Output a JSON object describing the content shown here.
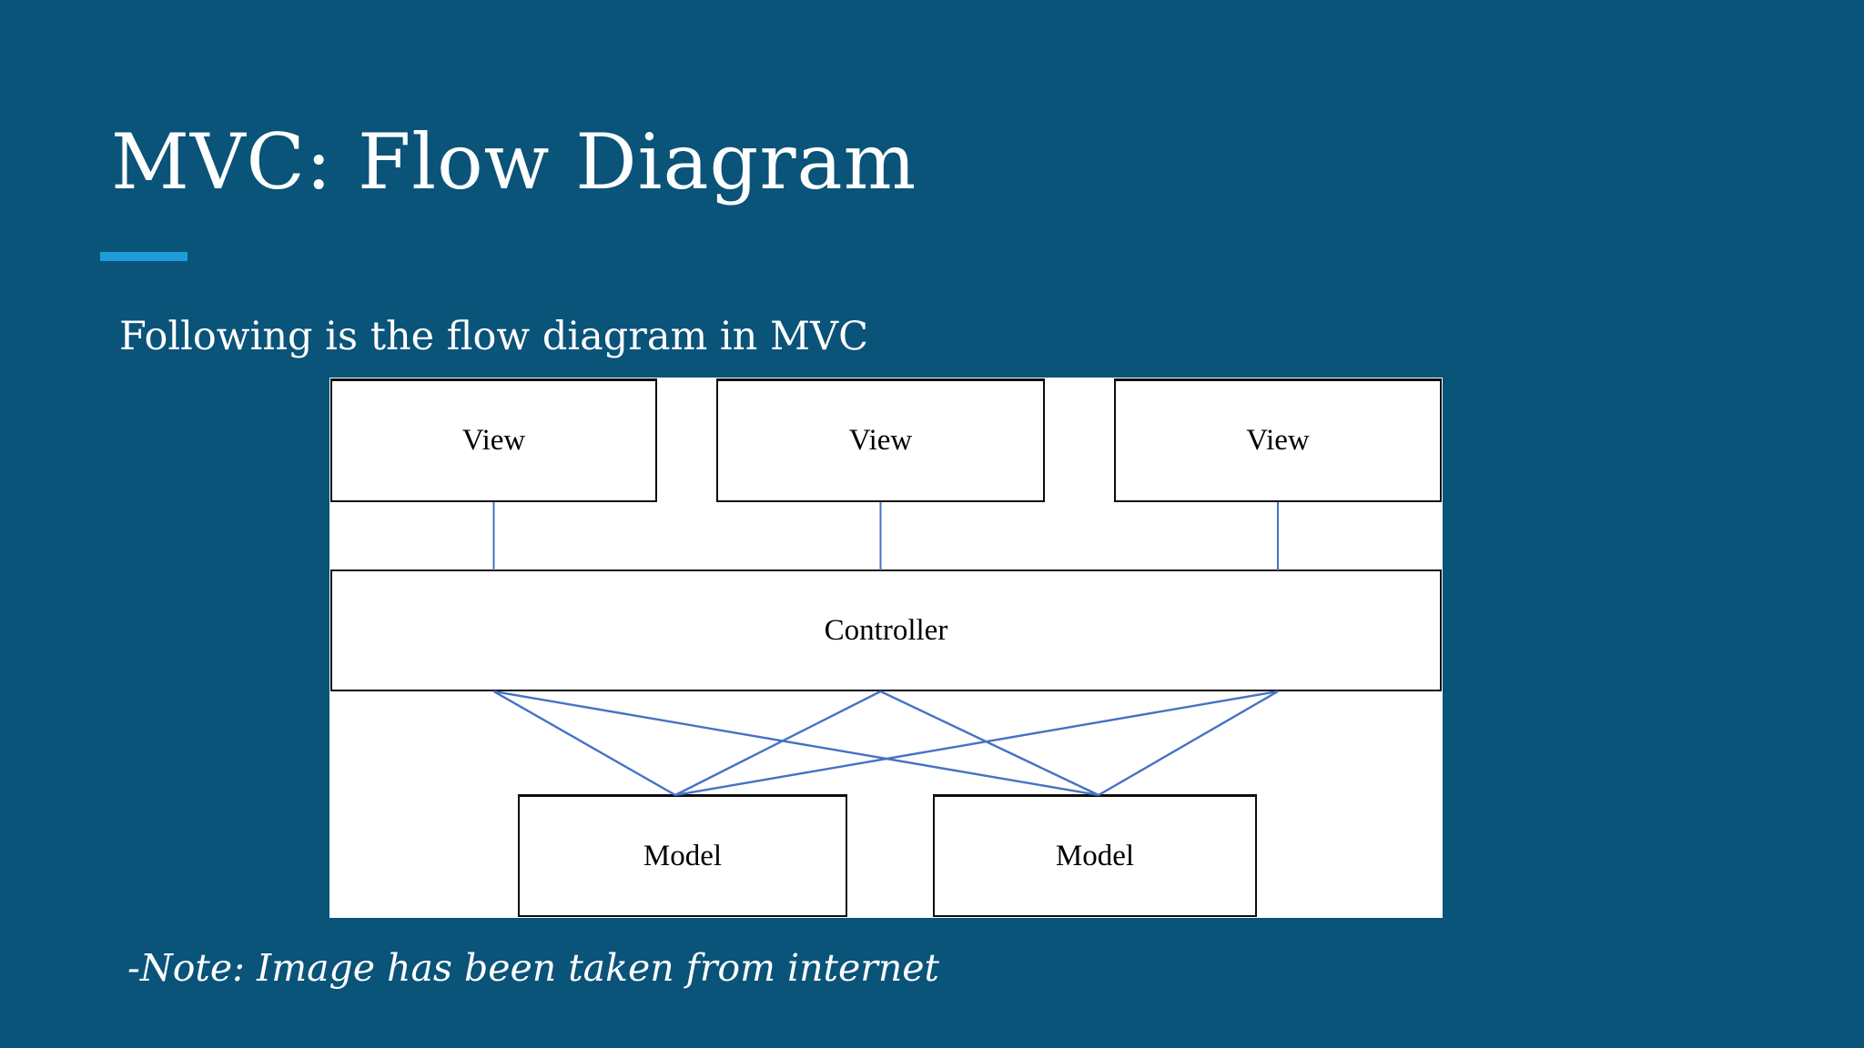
{
  "slide": {
    "title": "MVC: Flow Diagram",
    "subtitle": "Following is the flow diagram in MVC",
    "note": "-Note: Image has been taken from internet",
    "colors": {
      "background": "#0A5379",
      "accent_bar": "#1E9CD9",
      "slide_text": "#FFFFFF",
      "diagram_background": "#FFFFFF",
      "diagram_box_border": "#0D0D0D",
      "connector_line": "#4472C4",
      "diagram_label_text": "#000000"
    }
  },
  "diagram": {
    "views": [
      {
        "label": "View"
      },
      {
        "label": "View"
      },
      {
        "label": "View"
      }
    ],
    "controller": {
      "label": "Controller"
    },
    "models": [
      {
        "label": "Model"
      },
      {
        "label": "Model"
      }
    ]
  }
}
